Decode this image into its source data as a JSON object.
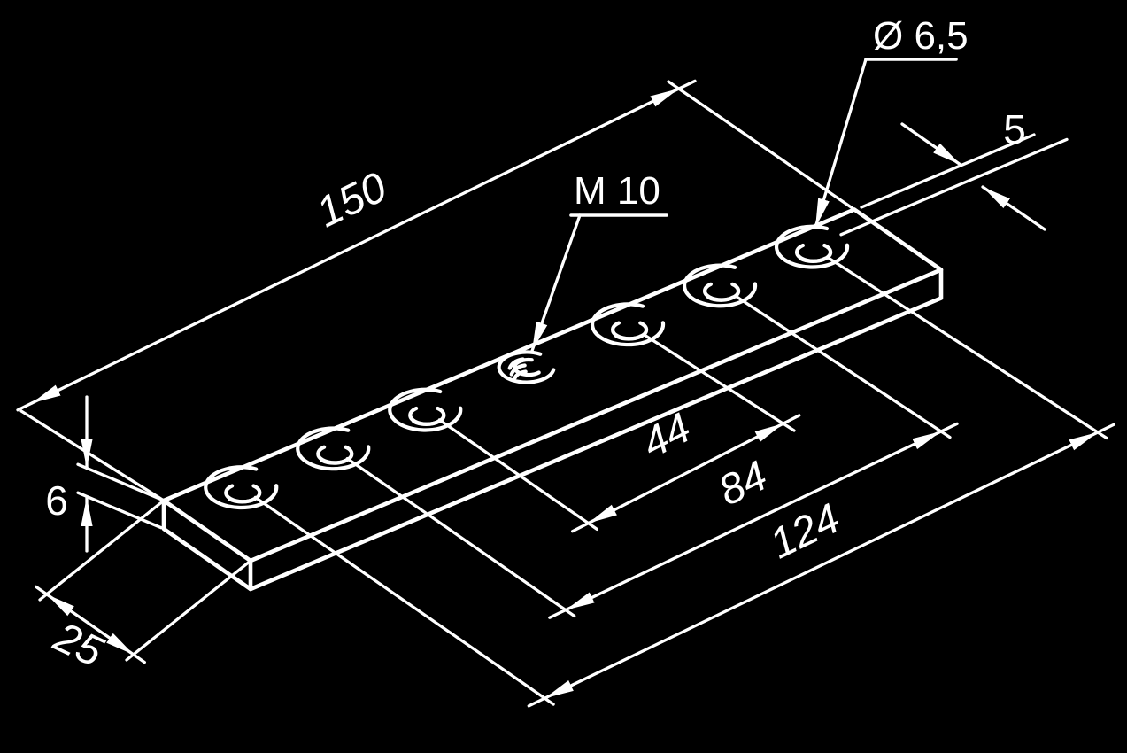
{
  "drawing": {
    "background_color": "#000000",
    "line_color": "#ffffff",
    "dimensions": {
      "overall_length": "150",
      "plate_width": "25",
      "plate_thickness": "6",
      "hole_row_offset": "5",
      "hole_spacing_inner": "44",
      "hole_spacing_middle": "84",
      "hole_spacing_outer": "124"
    },
    "callouts": {
      "thread": "M 10",
      "countersunk_hole_diameter": "Ø 6,5"
    }
  }
}
